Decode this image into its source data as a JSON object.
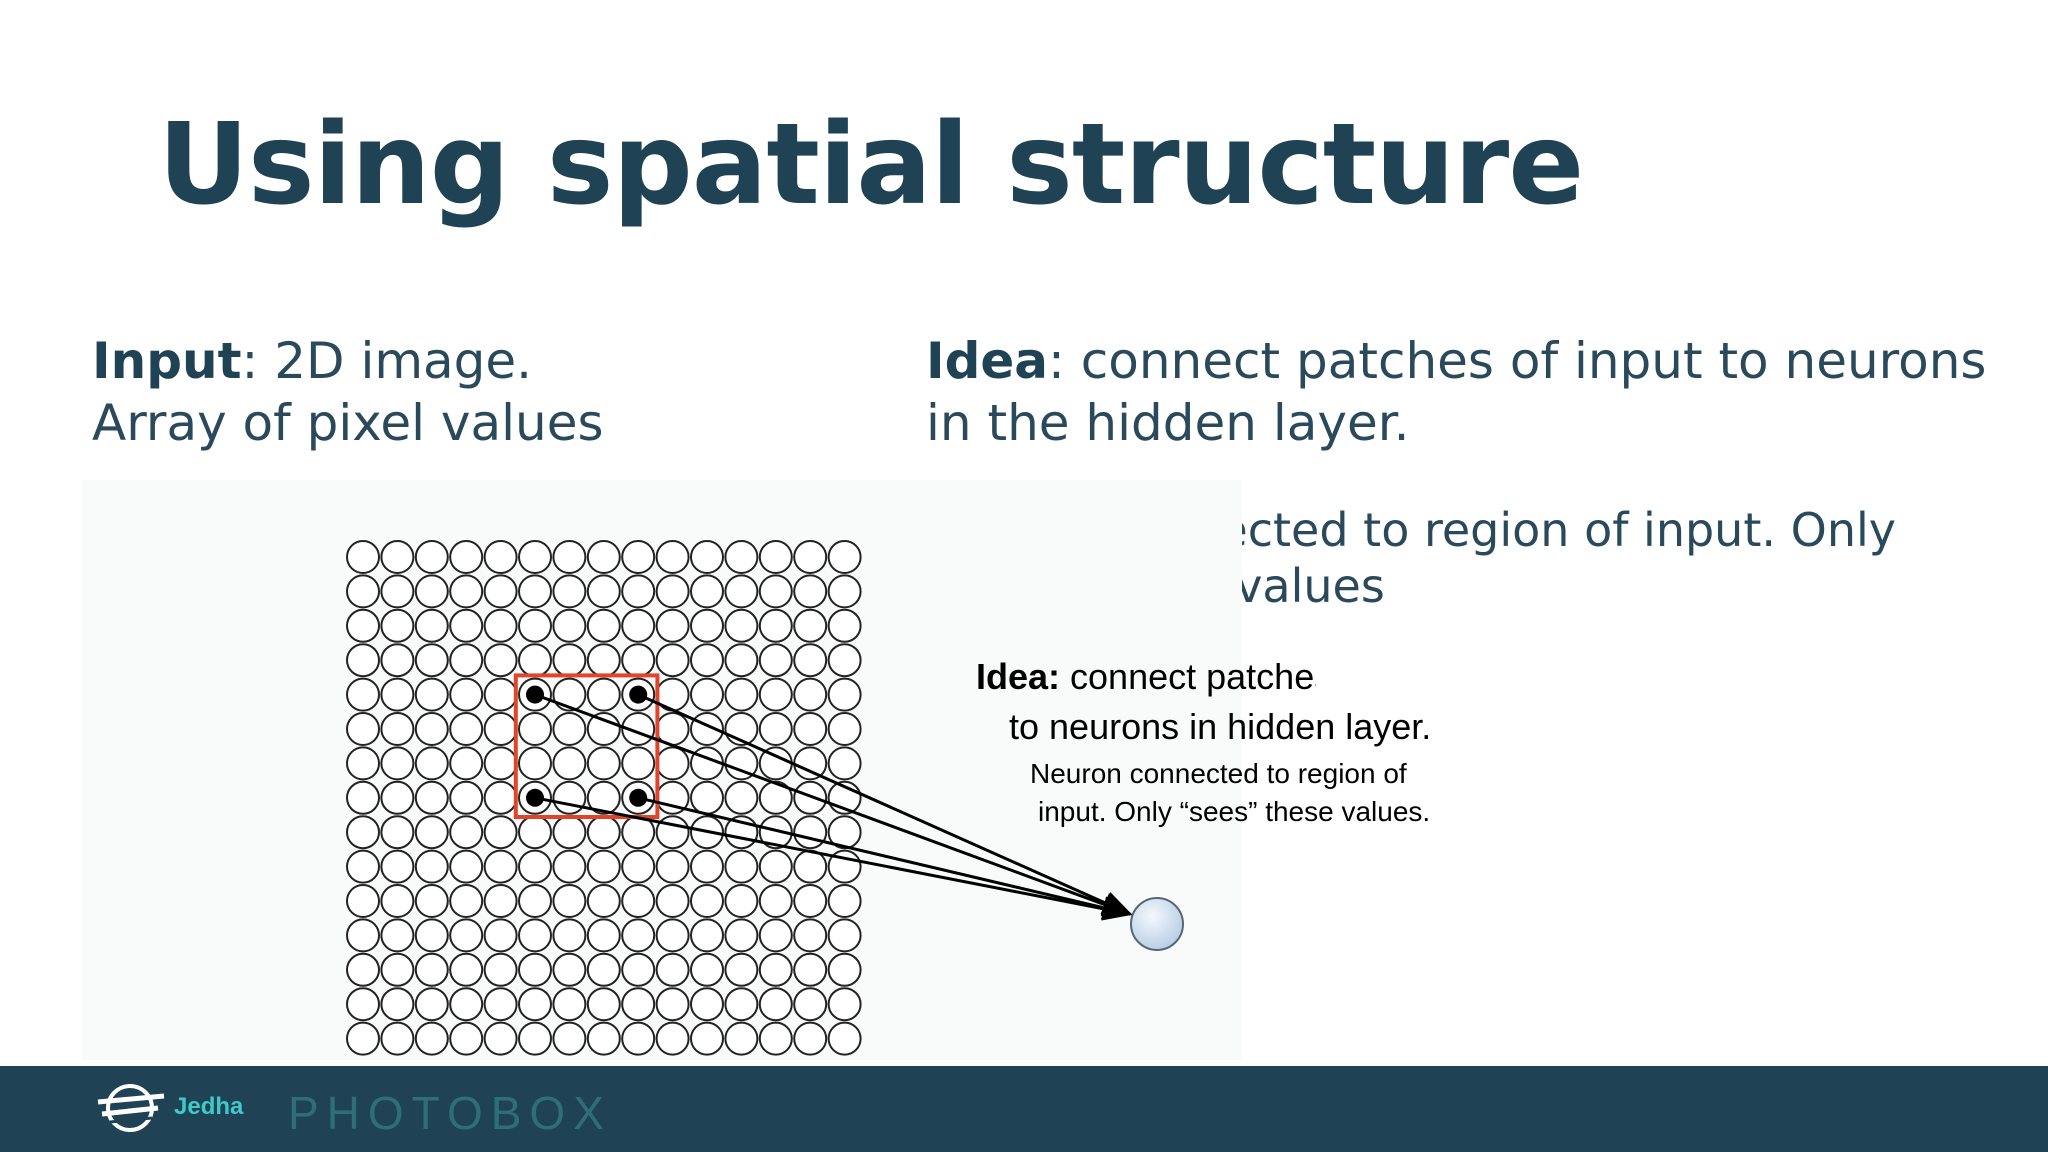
{
  "slide": {
    "title": "Using spatial structure",
    "input_label": "Input",
    "input_line1_rest": ": 2D image.",
    "input_line2": "Array of pixel values",
    "idea_label": "Idea",
    "idea_rest": ": connect patches of input to neurons in the hidden layer.",
    "neuron_text": "Neuron connected to region of input. Only “sees” these values"
  },
  "figure": {
    "idea_label": "Idea:",
    "idea_line1_rest": " connect patches",
    "idea_line2": "to neurons in hidden layer.",
    "neuron_line1": "Neuron connected to region of",
    "neuron_line2": "input. Only “sees” these values.",
    "grid_rows": 15,
    "grid_cols": 15,
    "patch_color": "#e0452b",
    "neuron_fill": "#cfe0f1"
  },
  "footer": {
    "brand1": "Jedha",
    "brand2": "PHOTOBOX"
  }
}
